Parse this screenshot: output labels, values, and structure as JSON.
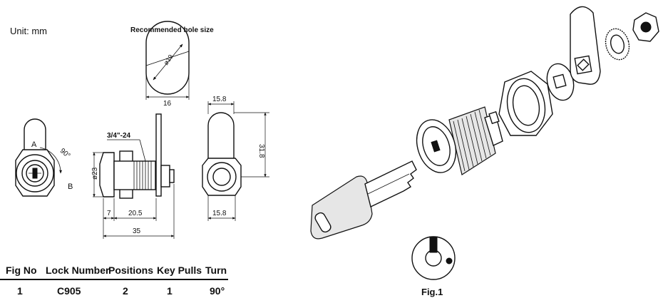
{
  "unit_label": "Unit:  mm",
  "hole": {
    "title": "Recommended hole size",
    "diameter": "ø19",
    "width": "16"
  },
  "front_view": {
    "label_a": "A",
    "label_b": "B",
    "angle": "90°"
  },
  "side_view": {
    "thread": "3/4\"-24",
    "diameter": "ø23",
    "dim_7": "7",
    "dim_20_5": "20.5",
    "dim_35": "35"
  },
  "cam_view": {
    "top_width": "15.8",
    "height": "31.8",
    "bottom_width": "15.8"
  },
  "table": {
    "headers": [
      "Fig No",
      "Lock Number",
      "Positions",
      "Key Pulls",
      "Turn"
    ],
    "row": [
      "1",
      "C905",
      "2",
      "1",
      "90°"
    ]
  },
  "figure_caption": "Fig.1"
}
